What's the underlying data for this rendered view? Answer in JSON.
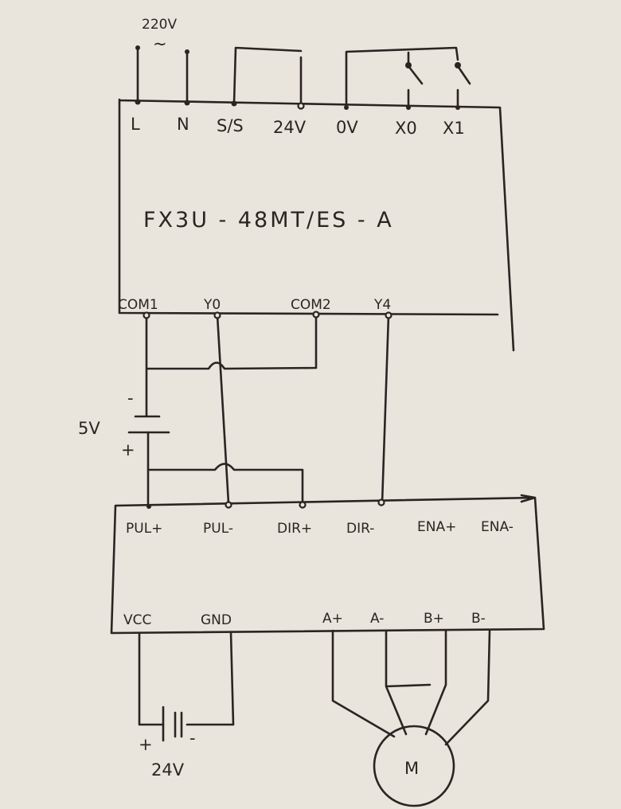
{
  "power": {
    "voltage": "220V",
    "ac_symbol": "~"
  },
  "plc": {
    "model": "FX3U - 48MT/ES - A",
    "top_terminals": [
      "L",
      "N",
      "S/S",
      "24V",
      "0V",
      "X0",
      "X1"
    ],
    "bottom_terminals": [
      "COM1",
      "Y0",
      "COM2",
      "Y4"
    ]
  },
  "battery_5v": {
    "label": "5V",
    "neg": "-",
    "pos": "+"
  },
  "driver": {
    "top_terminals": [
      "PUL+",
      "PUL-",
      "DIR+",
      "DIR-",
      "ENA+",
      "ENA-"
    ],
    "bottom_terminals": [
      "VCC",
      "GND",
      "A+",
      "A-",
      "B+",
      "B-"
    ]
  },
  "battery_24v": {
    "label": "24V",
    "pos": "+",
    "neg": "-"
  },
  "motor": {
    "label": "M"
  }
}
